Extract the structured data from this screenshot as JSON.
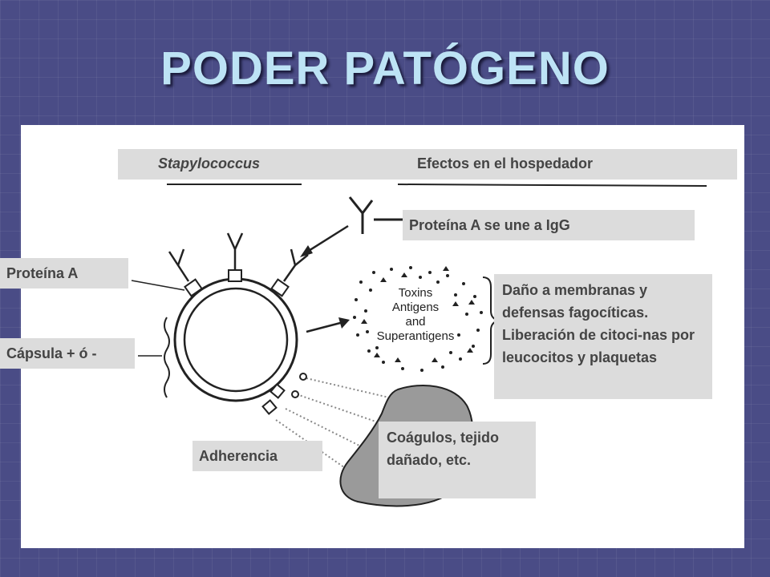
{
  "title": "PODER PATÓGENO",
  "header": {
    "left": "Stapylococcus",
    "right": "Efectos en el hospedador"
  },
  "labels": {
    "proteina_a": "Proteína A",
    "capsula": "Cápsula + ó -",
    "adherencia": "Adherencia",
    "igg": "Proteína A se une a IgG",
    "dano": "Daño a membranas y defensas fagocíticas. Liberación de citoci-nas por leucocitos y plaquetas",
    "coagulos": "Coágulos, tejido dañado, etc."
  },
  "toxin_text": [
    "Toxins",
    "Antigens",
    "and",
    "Superantigens"
  ]
}
